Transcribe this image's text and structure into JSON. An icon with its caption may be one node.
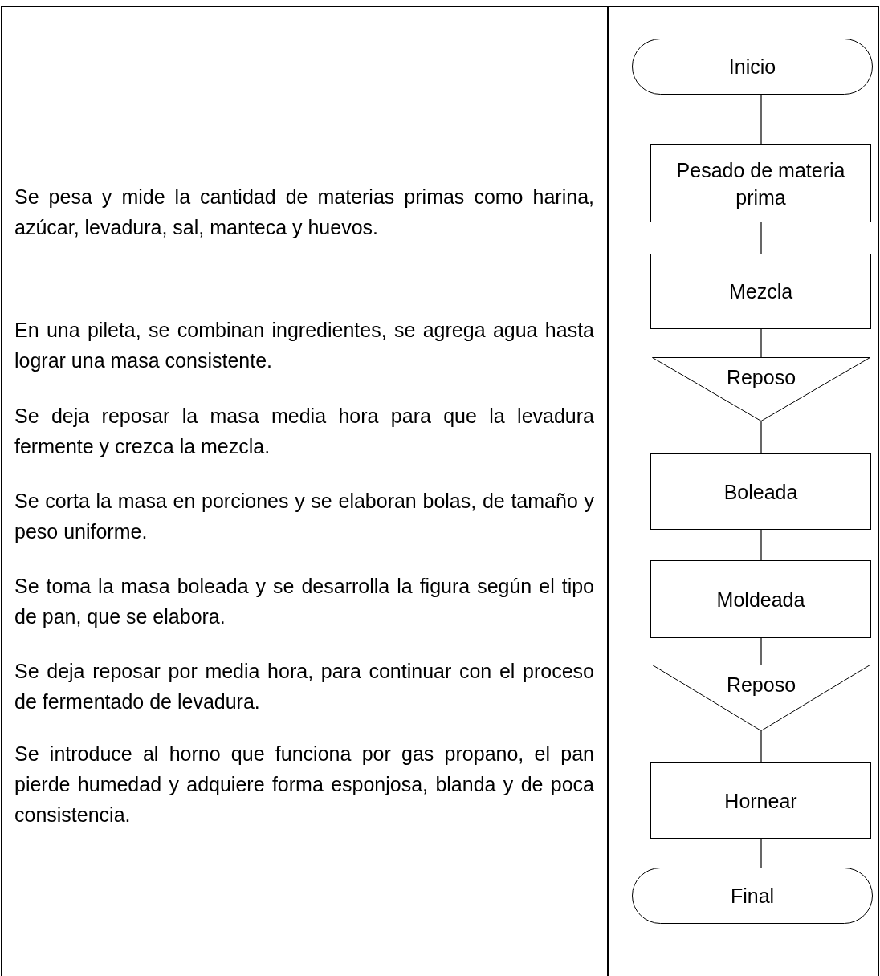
{
  "diagram": {
    "nodes": [
      {
        "text": [
          "Inicio"
        ]
      },
      {
        "text": [
          "Pesado de materia prima"
        ]
      },
      {
        "text": [
          "Mezcla"
        ]
      },
      {
        "text": [
          "Reposo"
        ]
      },
      {
        "text": [
          "Boleada"
        ]
      },
      {
        "text": [
          "Moldeada"
        ]
      },
      {
        "text": [
          "Reposo"
        ]
      },
      {
        "text": [
          "Hornear"
        ]
      },
      {
        "text": [
          "Final"
        ]
      }
    ],
    "edges": [
      {
        "from": 0,
        "to": 1,
        "arrow": "none"
      },
      {
        "from": 1,
        "to": 2,
        "arrow": "none"
      },
      {
        "from": 2,
        "to": 3,
        "arrow": "none"
      },
      {
        "from": 3,
        "to": 4,
        "arrow": "none"
      },
      {
        "from": 4,
        "to": 5,
        "arrow": "none"
      },
      {
        "from": 5,
        "to": 6,
        "arrow": "none"
      },
      {
        "from": 6,
        "to": 7,
        "arrow": "none"
      },
      {
        "from": 7,
        "to": 8,
        "arrow": "none"
      }
    ],
    "labels": [
      "Se pesa y mide la cantidad de materias primas como harina, azúcar, levadura, sal, manteca y huevos.",
      "En una pileta, se combinan ingredientes, se agrega agua hasta lograr una masa consistente.",
      "Se deja reposar la masa media hora para que la levadura fermente y crezca la mezcla.",
      "Se corta la masa en porciones y se elaboran bolas, de tamaño y peso uniforme.",
      "Se toma la masa boleada y se desarrolla la figura según el tipo de pan, que se elabora.",
      "Se deja reposar por media hora, para continuar con el proceso de fermentado de levadura.",
      "Se introduce al horno que funciona por gas propano, el pan pierde humedad y adquiere forma esponjosa, blanda y de poca consistencia."
    ]
  }
}
